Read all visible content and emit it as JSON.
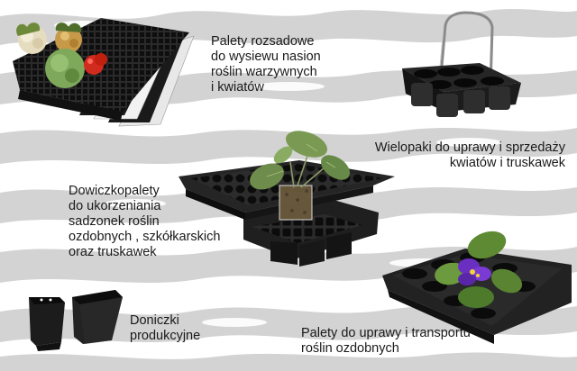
{
  "captions": {
    "seed_trays": "Palety rozsadowe\ndo wysiewu nasion\nroślin warzywnych\ni kwiatów",
    "multipacks": "Wielopaki do uprawy i sprzedaży\nkwiatów i truskawek",
    "plug_trays": "Dowiczkopalety\ndo ukorzeniania\nsadzonek roślin\nozdobnych , szkółkarskich\noraz truskawek",
    "pots": "Doniczki\nprodukcyjne",
    "transport_trays": "Palety do uprawy i transportu\nroślin ozdobnych"
  },
  "colors": {
    "background": "#ffffff",
    "pattern": "#d3d3d3",
    "plastic": "#1e1e1e",
    "text": "#1a1a1a"
  },
  "icons": [
    "seed-tray-stack-illustration",
    "multipack-with-handle-illustration",
    "plug-tray-with-seedling-illustration",
    "production-pots-illustration",
    "transport-tray-with-violet-illustration"
  ]
}
